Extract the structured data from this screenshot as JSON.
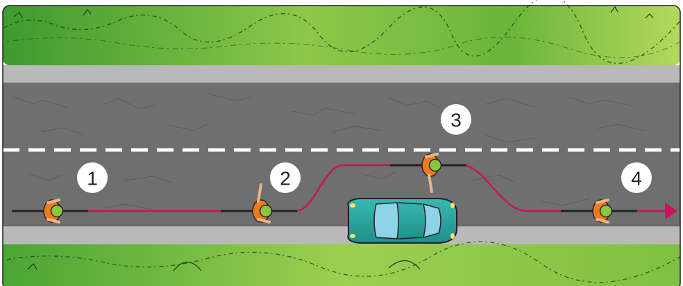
{
  "steps": [
    {
      "label": "1"
    },
    {
      "label": "2"
    },
    {
      "label": "3"
    },
    {
      "label": "4"
    }
  ],
  "colors": {
    "grass_light": "#a9d45a",
    "grass_dark": "#3f9a2f",
    "sidewalk": "#b9b9b9",
    "road": "#6f6f6f",
    "lane_marking": "#ffffff",
    "path": "#c8125e",
    "car_body": "#2aa7a0",
    "car_window": "#8fd3e8",
    "rider_shirt": "#ee7a1e",
    "rider_helmet": "#8cc63f",
    "badge_fill": "#ffffff"
  },
  "icons": {
    "cyclist": "cyclist-topdown-icon",
    "car": "car-topdown-icon",
    "arrow": "arrowhead-icon"
  }
}
